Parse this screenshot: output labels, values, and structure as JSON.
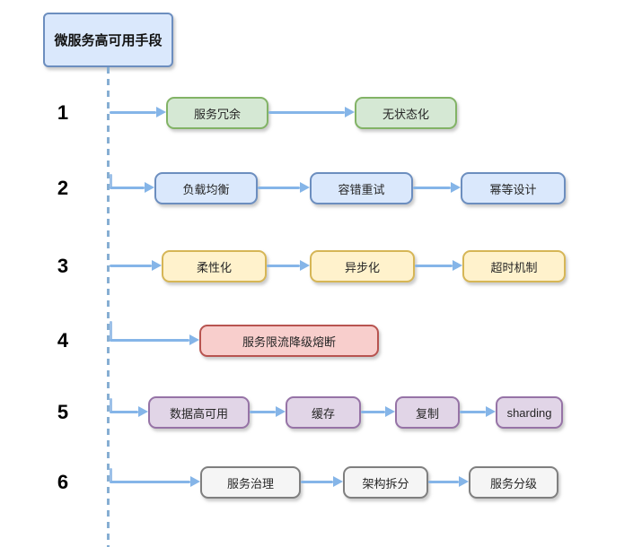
{
  "diagram": {
    "title": "微服务高可用手段",
    "connector_color": "#85b5e8",
    "spine_color": "#86aed3",
    "rows": [
      {
        "number": "1",
        "fill": "#d5e8d4",
        "stroke": "#82b366",
        "boxes": [
          "服务冗余",
          "无状态化"
        ]
      },
      {
        "number": "2",
        "fill": "#dae8fc",
        "stroke": "#6c8ebf",
        "boxes": [
          "负载均衡",
          "容错重试",
          "幂等设计"
        ]
      },
      {
        "number": "3",
        "fill": "#fff2cc",
        "stroke": "#d6b656",
        "boxes": [
          "柔性化",
          "异步化",
          "超时机制"
        ]
      },
      {
        "number": "4",
        "fill": "#f8cecc",
        "stroke": "#b85450",
        "boxes": [
          "服务限流降级熔断"
        ]
      },
      {
        "number": "5",
        "fill": "#e1d5e7",
        "stroke": "#9673a6",
        "boxes": [
          "数据高可用",
          "缓存",
          "复制",
          "sharding"
        ]
      },
      {
        "number": "6",
        "fill": "#f5f5f5",
        "stroke": "#7f7f7f",
        "boxes": [
          "服务治理",
          "架构拆分",
          "服务分级"
        ]
      }
    ]
  }
}
